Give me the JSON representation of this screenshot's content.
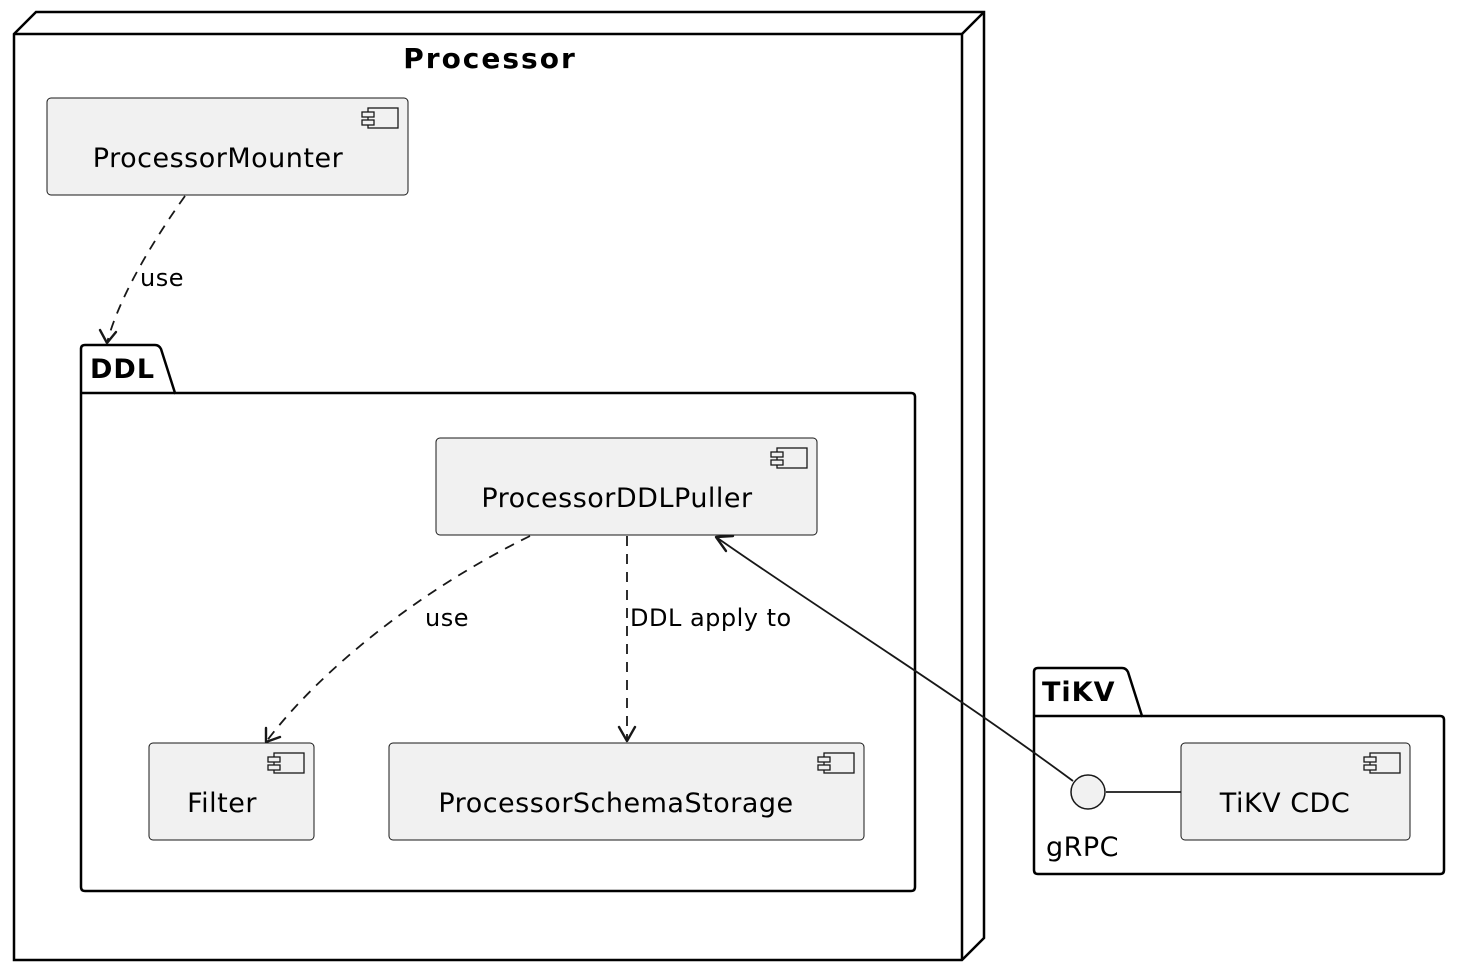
{
  "nodes": {
    "processor": {
      "title": "Processor"
    }
  },
  "packages": {
    "ddl": {
      "title": "DDL"
    },
    "tikv": {
      "title": "TiKV"
    }
  },
  "components": {
    "processor_mounter": "ProcessorMounter",
    "processor_ddl_puller": "ProcessorDDLPuller",
    "filter": "Filter",
    "processor_schema_storage": "ProcessorSchemaStorage",
    "tikv_cdc": "TiKV CDC"
  },
  "interfaces": {
    "grpc": "gRPC"
  },
  "edges": {
    "mounter_uses_ddl": "use",
    "puller_uses_filter": "use",
    "puller_applies_to_storage": "DDL apply to"
  },
  "colors": {
    "component_fill": "#f1f1f1",
    "stroke": "#181818"
  }
}
